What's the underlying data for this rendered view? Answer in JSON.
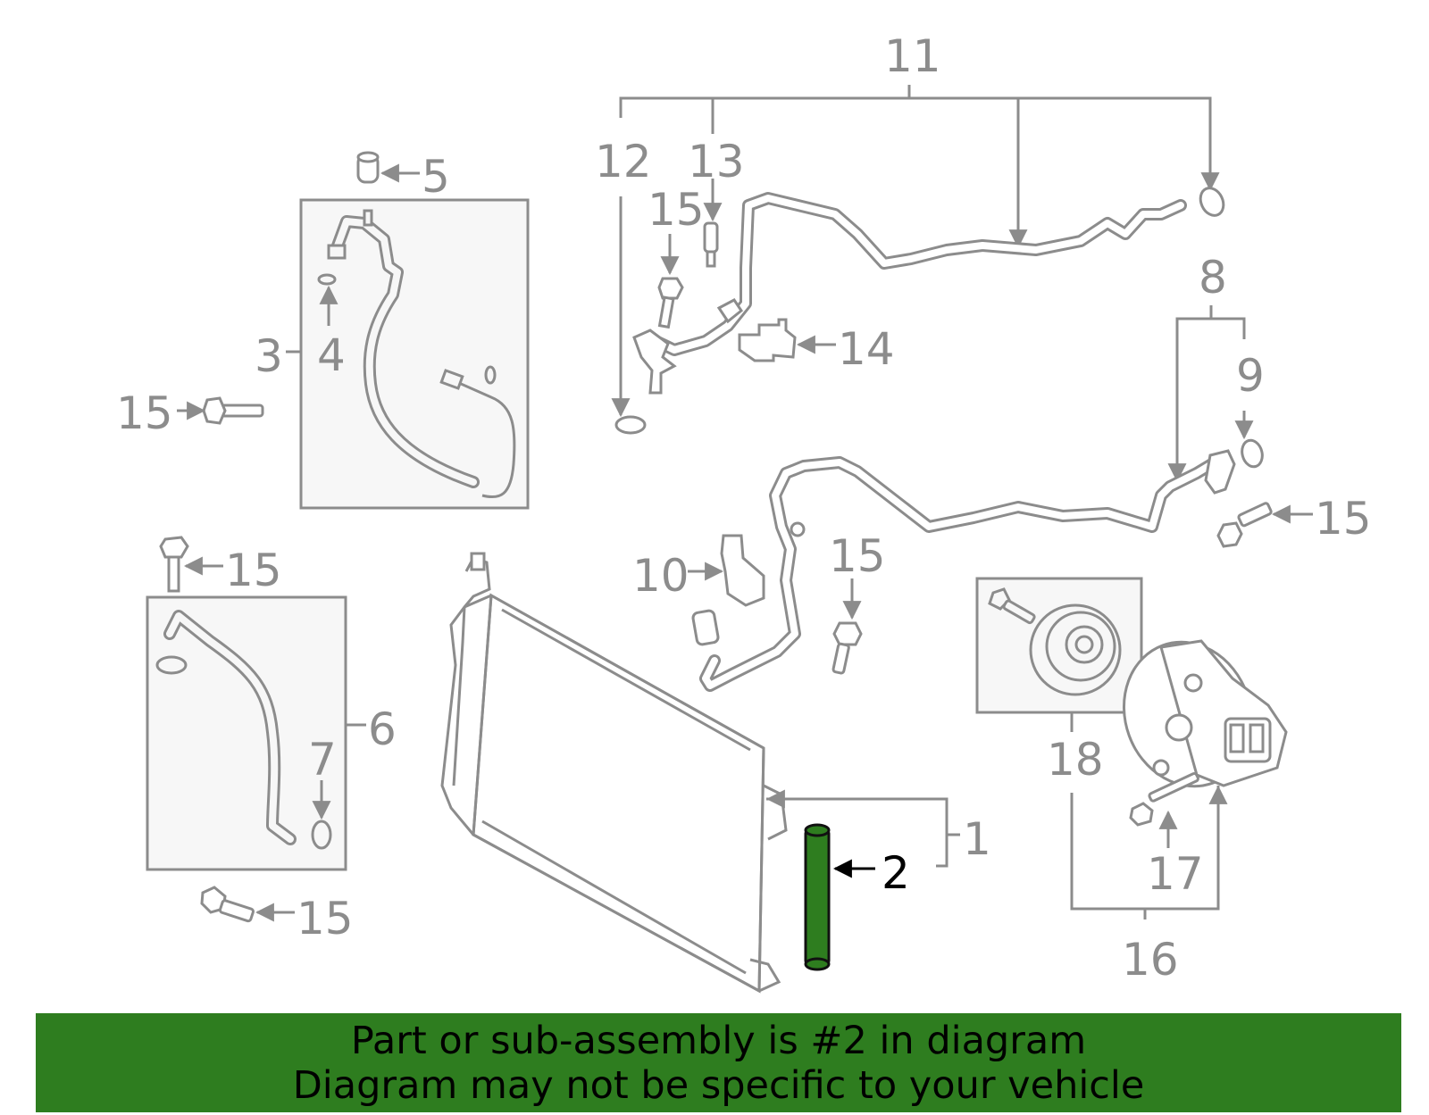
{
  "callouts": {
    "c1": "1",
    "c2": "2",
    "c3": "3",
    "c4": "4",
    "c5": "5",
    "c6": "6",
    "c7": "7",
    "c8": "8",
    "c9": "9",
    "c10": "10",
    "c11": "11",
    "c12": "12",
    "c13": "13",
    "c14": "14",
    "c15": "15",
    "c16": "16",
    "c17": "17",
    "c18": "18"
  },
  "highlight": {
    "part_number": "2",
    "color": "#2e7d1f"
  },
  "banner": {
    "line1": "Part or sub-assembly is #2 in diagram",
    "line2": "Diagram may not be specific to your vehicle",
    "background": "#2e7d1f"
  }
}
